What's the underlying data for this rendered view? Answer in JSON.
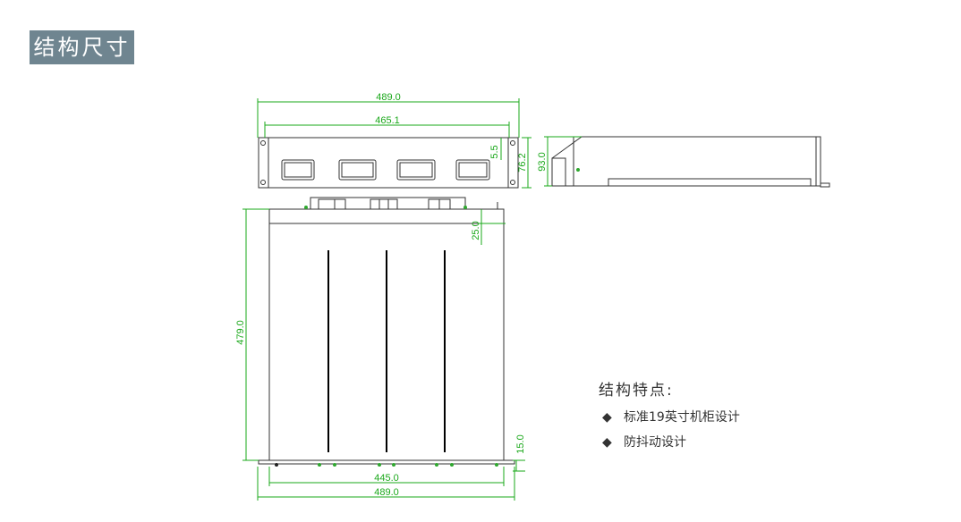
{
  "header": {
    "title": "结构尺寸"
  },
  "dimensions": {
    "front_total_width": "489.0",
    "front_inner_width": "465.1",
    "front_small_height": "5.5",
    "front_height": "76.2",
    "side_height": "93.0",
    "top_offset": "25.0",
    "top_depth": "479.0",
    "bottom_offset": "15.0",
    "bottom_inner_width": "445.0",
    "bottom_total_width": "489.0"
  },
  "features": {
    "title": "结构特点:",
    "bullet": "◆",
    "items": [
      "标准19英寸机柜设计",
      "防抖动设计"
    ]
  }
}
